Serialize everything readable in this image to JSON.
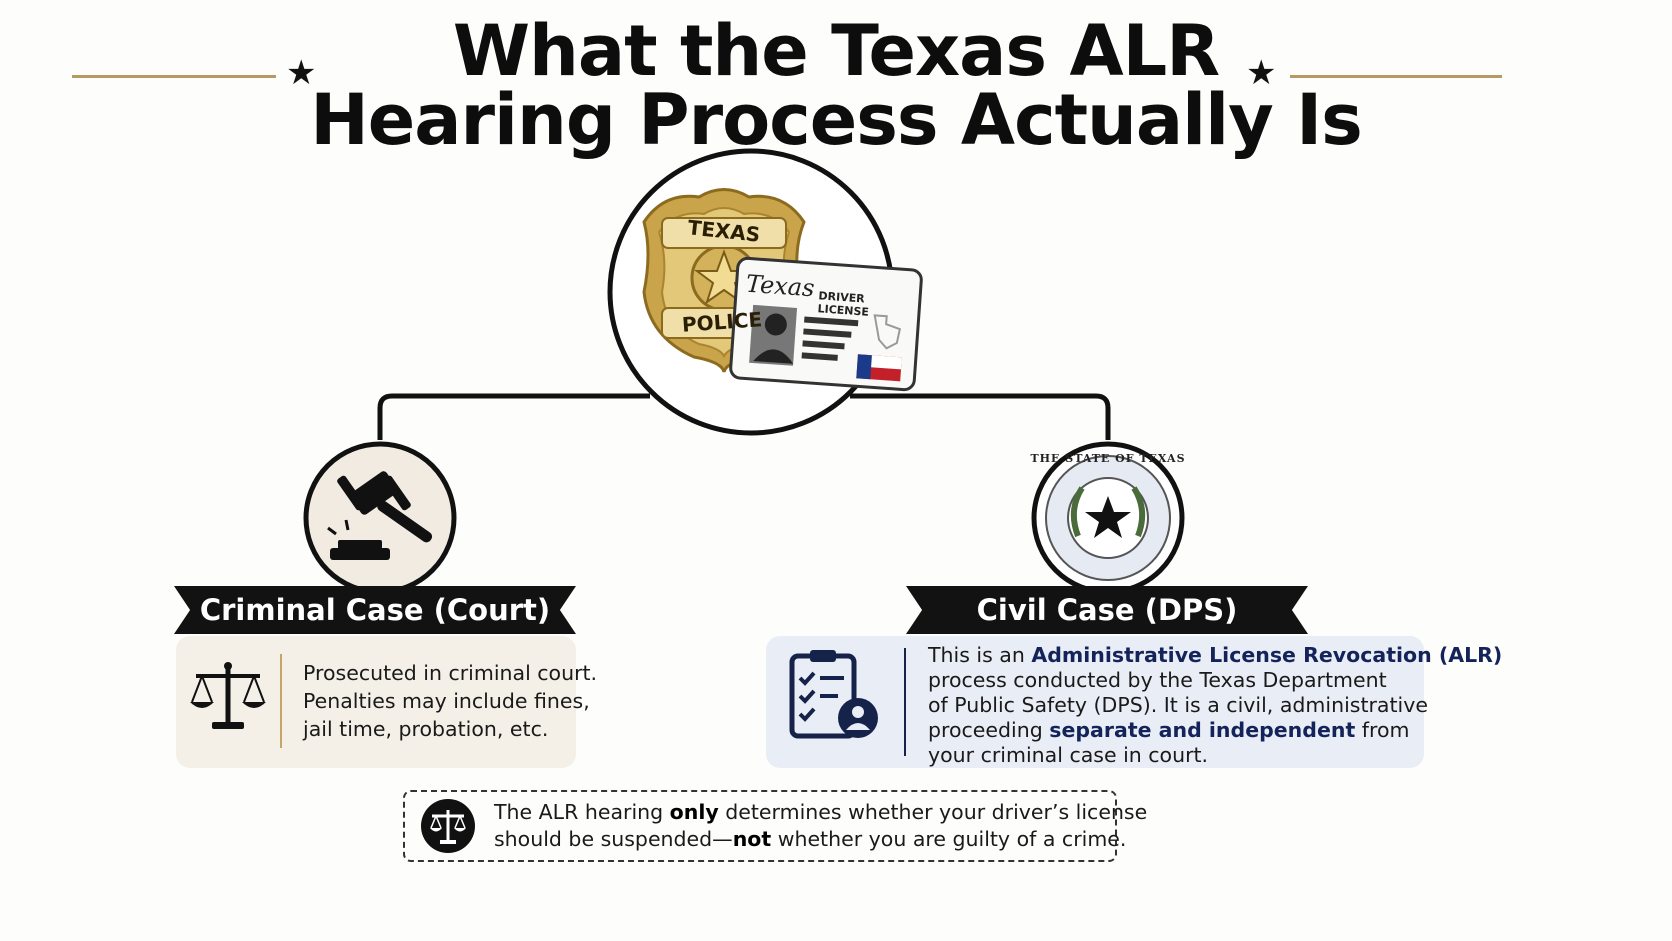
{
  "title": {
    "line1": "What the Texas ALR",
    "line2": "Hearing Process Actually Is"
  },
  "hero": {
    "badge_top": "TEXAS",
    "badge_bottom": "POLICE",
    "license_state": "Texas",
    "license_label": "DRIVER LICENSE"
  },
  "criminal": {
    "heading": "Criminal Case (Court)",
    "text_line1": "Prosecuted in criminal court.",
    "text_line2": "Penalties may include fines,",
    "text_line3": "jail time, probation, etc."
  },
  "civil": {
    "heading": "Civil Case (DPS)",
    "seal_text": "THE STATE OF TEXAS",
    "l1_pre": "This is an ",
    "l1_em": "Administrative License Revocation (ALR)",
    "l2": "process conducted by the Texas Department",
    "l3": "of Public Safety (DPS). It is a civil, administrative",
    "l4_pre": "proceeding ",
    "l4_em": "separate and independent",
    "l4_post": " from",
    "l5": "your criminal case in court."
  },
  "note": {
    "a1": "The ALR hearing ",
    "b1": "only",
    "c1": " determines whether your driver’s license",
    "a2": "should be suspended—",
    "b2": "not",
    "c2": " whether you are guilty of a crime."
  },
  "colors": {
    "gold_rule": "#b79a61",
    "banner": "#121212",
    "criminal_box": "#f4efe7",
    "civil_box": "#e9edf5",
    "emphasis": "#14245a"
  }
}
